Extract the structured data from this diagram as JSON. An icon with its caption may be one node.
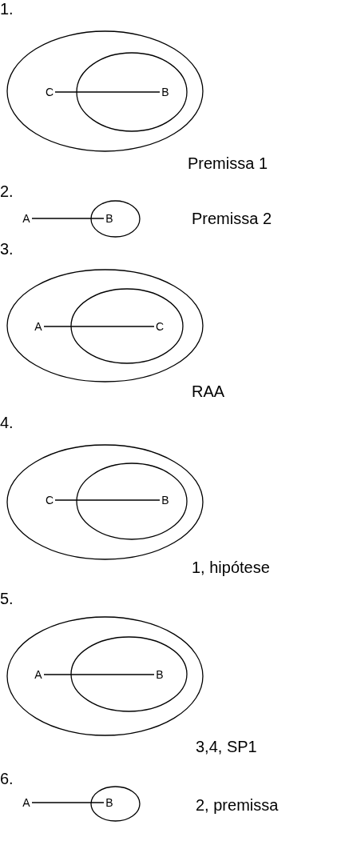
{
  "diagram": {
    "nodes": [
      {
        "text": [],
        "shape": "ellipse"
      },
      {
        "text": [],
        "shape": "ellipse",
        "in": 0
      },
      {
        "text": [
          "C"
        ],
        "in": 0
      },
      {
        "text": [
          "B"
        ],
        "in": 1
      },
      {
        "text": [
          "A"
        ]
      },
      {
        "text": [],
        "shape": "ellipse"
      },
      {
        "text": [
          "B"
        ],
        "in": 5
      },
      {
        "text": [],
        "shape": "ellipse"
      },
      {
        "text": [],
        "shape": "ellipse",
        "in": 7
      },
      {
        "text": [
          "A"
        ],
        "in": 7
      },
      {
        "text": [
          "C"
        ],
        "in": 8
      },
      {
        "text": [],
        "shape": "ellipse"
      },
      {
        "text": [],
        "shape": "ellipse",
        "in": 11
      },
      {
        "text": [
          "C"
        ],
        "in": 11
      },
      {
        "text": [
          "B"
        ],
        "in": 12
      },
      {
        "text": [],
        "shape": "ellipse"
      },
      {
        "text": [],
        "shape": "ellipse",
        "in": 15
      },
      {
        "text": [
          "A"
        ],
        "in": 15
      },
      {
        "text": [
          "B"
        ],
        "in": 16
      },
      {
        "text": [
          "A"
        ]
      },
      {
        "text": [],
        "shape": "ellipse"
      },
      {
        "text": [
          "B"
        ],
        "in": 20
      }
    ],
    "edges": [
      {
        "from": 2,
        "to": 3,
        "arrow": "none"
      },
      {
        "from": 4,
        "to": 6,
        "arrow": "none"
      },
      {
        "from": 9,
        "to": 10,
        "arrow": "none"
      },
      {
        "from": 13,
        "to": 14,
        "arrow": "none"
      },
      {
        "from": 17,
        "to": 18,
        "arrow": "none"
      },
      {
        "from": 19,
        "to": 21,
        "arrow": "none"
      }
    ],
    "labels": [
      "1.",
      "Premissa 1",
      "2.",
      "Premissa 2",
      "3.",
      "RAA",
      "4.",
      "1, hipótese",
      "5.",
      "3,4, SP1",
      "6.",
      "2, premissa"
    ]
  }
}
